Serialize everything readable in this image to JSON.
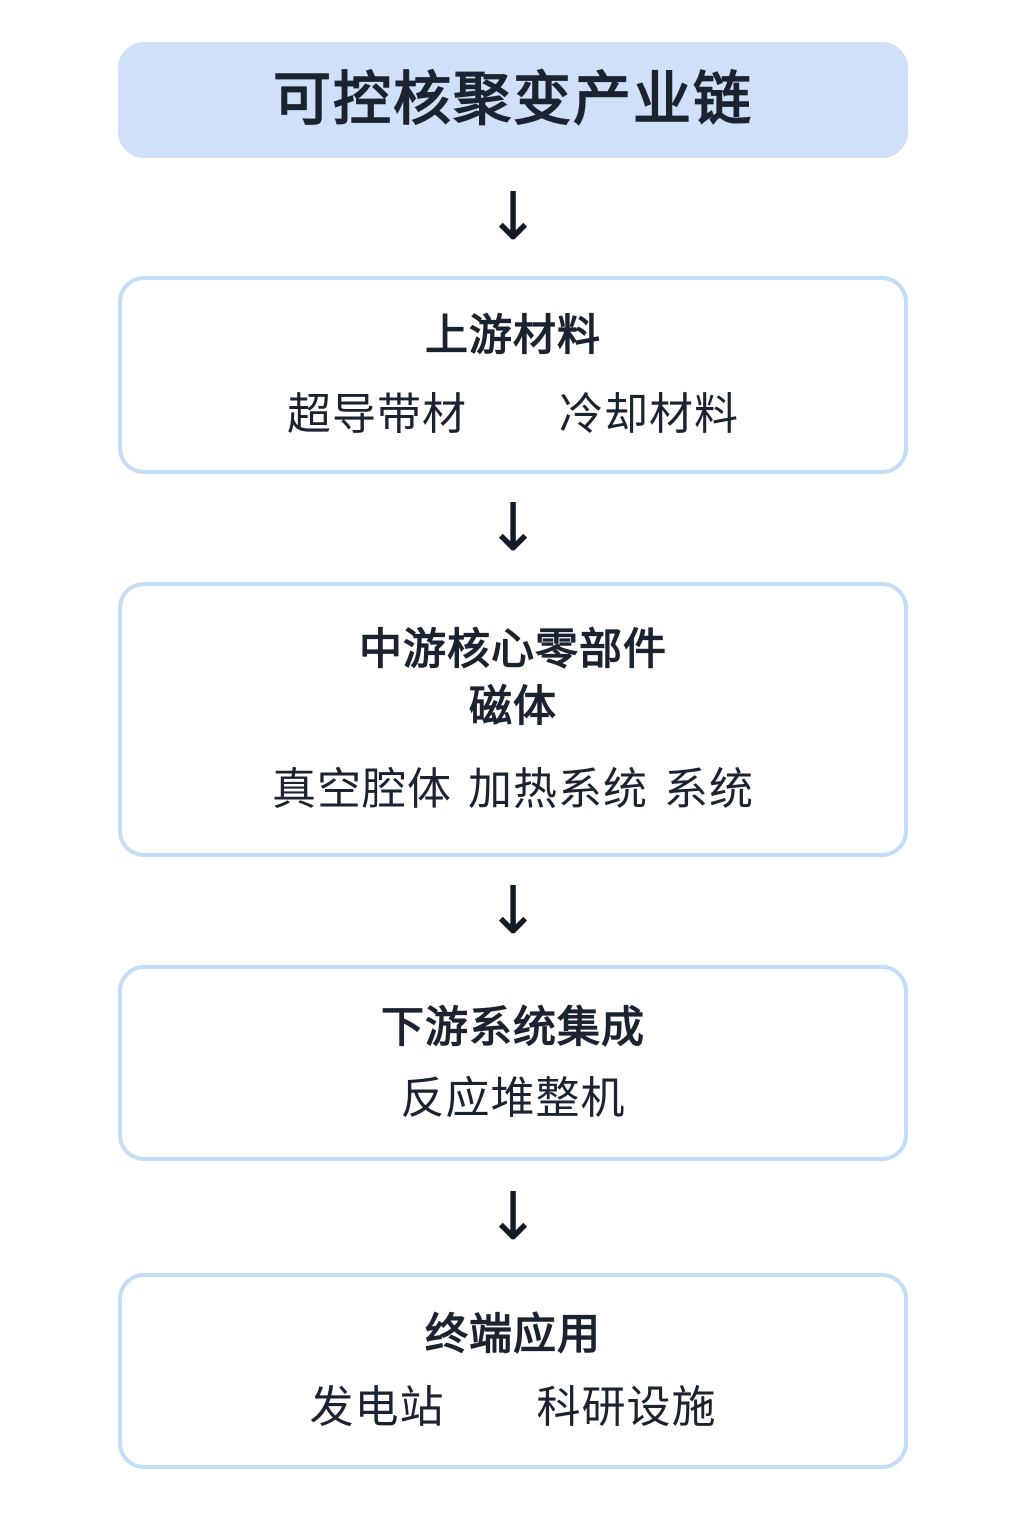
{
  "page": {
    "background": "#ffffff",
    "accent_fill": "#cfe0f8",
    "accent_border": "#c3dcf7",
    "text_color": "#1b2230"
  },
  "title": {
    "text": "可控核聚变产业链"
  },
  "arrows": {
    "glyph": "↓",
    "label": "flows-to"
  },
  "stages": [
    {
      "heading": "上游材料",
      "items": [
        "超导带材",
        "冷却材料"
      ]
    },
    {
      "heading": "中游核心零部件 磁体",
      "heading_line_1": "中游核心零部件",
      "heading_line_2": "磁体",
      "items": [
        "真空腔体",
        "加热系统",
        "系统"
      ]
    },
    {
      "heading": "下游系统集成",
      "items": [
        "反应堆整机"
      ]
    },
    {
      "heading": "终端应用",
      "items": [
        "发电站",
        "科研设施"
      ]
    }
  ],
  "chart_data": {
    "type": "table",
    "title": "可控核聚变产业链",
    "categories": [
      "上游材料",
      "中游核心零部件 磁体",
      "下游系统集成",
      "终端应用"
    ],
    "rows": [
      {
        "stage": "上游材料",
        "components": [
          "超导带材",
          "冷却材料"
        ]
      },
      {
        "stage": "中游核心零部件 磁体",
        "components": [
          "真空腔体",
          "加热系统",
          "系统"
        ]
      },
      {
        "stage": "下游系统集成",
        "components": [
          "反应堆整机"
        ]
      },
      {
        "stage": "终端应用",
        "components": [
          "发电站",
          "科研设施"
        ]
      }
    ]
  }
}
